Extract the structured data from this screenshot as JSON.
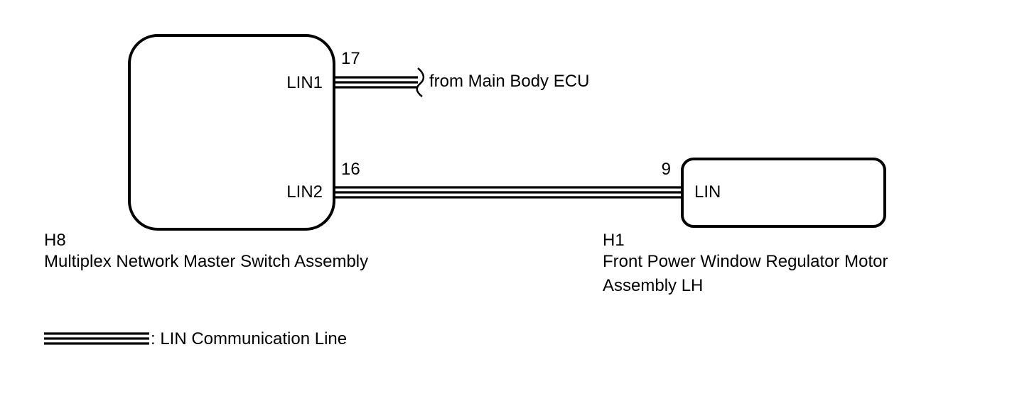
{
  "components": {
    "master_switch": {
      "code": "H8",
      "name": "Multiplex Network Master Switch Assembly",
      "pins": {
        "lin1": {
          "label": "LIN1",
          "number": "17"
        },
        "lin2": {
          "label": "LIN2",
          "number": "16"
        }
      }
    },
    "window_motor": {
      "code": "H1",
      "name_line1": "Front Power Window Regulator Motor",
      "name_line2": "Assembly LH",
      "pins": {
        "lin": {
          "label": "LIN",
          "number": "9"
        }
      }
    }
  },
  "connections": {
    "from_text": "from Main Body ECU"
  },
  "legend": {
    "text": ": LIN Communication Line"
  },
  "colors": {
    "line": "#000000",
    "background": "#ffffff"
  }
}
